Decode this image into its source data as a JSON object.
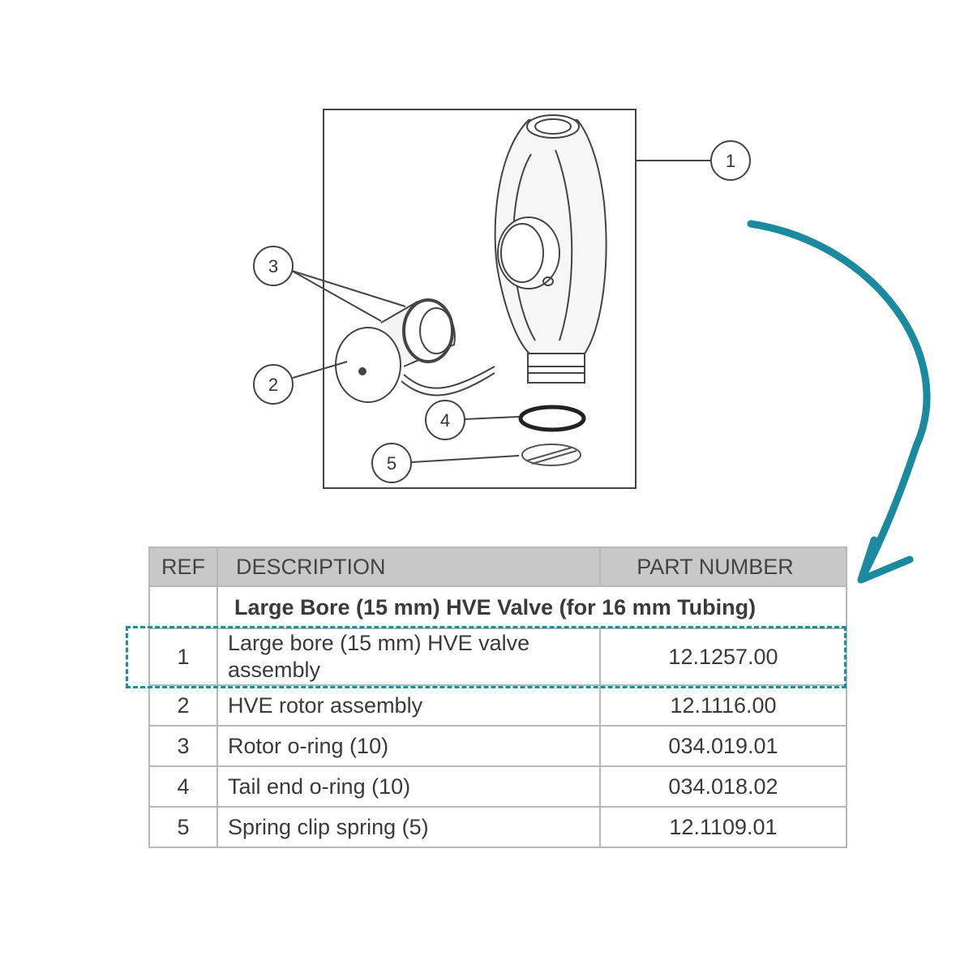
{
  "diagram": {
    "callouts": [
      "1",
      "2",
      "3",
      "4",
      "5"
    ],
    "arrow_color": "#1b8a9e"
  },
  "table": {
    "headers": {
      "ref": "REF",
      "description": "DESCRIPTION",
      "part_number": "PART NUMBER"
    },
    "group_title": "Large Bore (15 mm) HVE Valve (for 16 mm Tubing)",
    "rows": [
      {
        "ref": "1",
        "description_line1": "Large bore (15 mm) HVE valve",
        "description_line2": "assembly",
        "part_number": "12.1257.00"
      },
      {
        "ref": "2",
        "description": "HVE rotor assembly",
        "part_number": "12.1116.00"
      },
      {
        "ref": "3",
        "description": "Rotor o-ring (10)",
        "part_number": "034.019.01"
      },
      {
        "ref": "4",
        "description": "Tail end o-ring (10)",
        "part_number": "034.018.02"
      },
      {
        "ref": "5",
        "description": "Spring clip spring (5)",
        "part_number": "12.1109.01"
      }
    ],
    "highlighted_ref": "1",
    "highlight_color": "#1e8ea0"
  }
}
